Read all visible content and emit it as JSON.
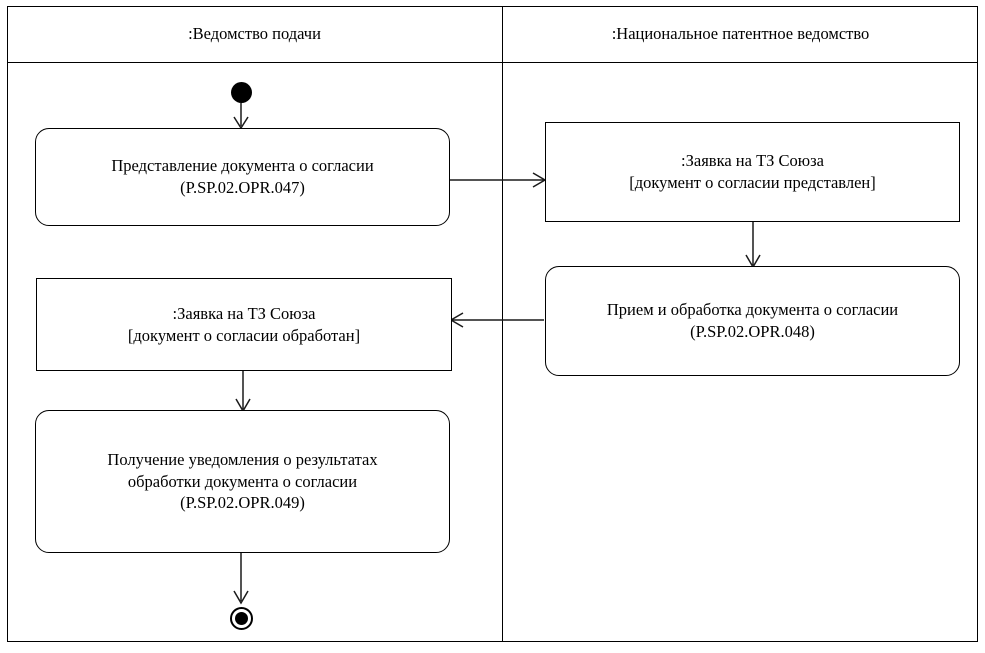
{
  "diagram": {
    "type": "uml-activity-diagram",
    "lanes": [
      {
        "id": "lane-left",
        "title": ":Ведомство подачи"
      },
      {
        "id": "lane-right",
        "title": ":Национальное патентное ведомство"
      }
    ],
    "nodes": {
      "initial": {
        "kind": "initial-node",
        "label": ""
      },
      "action_submit": {
        "kind": "action",
        "lane": "lane-left",
        "line1": "Представление документа о согласии",
        "line2": "(P.SP.02.OPR.047)"
      },
      "object_submitted": {
        "kind": "object",
        "lane": "lane-right",
        "line1": ":Заявка на ТЗ Союза",
        "line2": "[документ о согласии представлен]"
      },
      "action_process": {
        "kind": "action",
        "lane": "lane-right",
        "line1": "Прием и обработка документа о согласии",
        "line2": "(P.SP.02.OPR.048)"
      },
      "object_processed": {
        "kind": "object",
        "lane": "lane-left",
        "line1": ":Заявка на ТЗ Союза",
        "line2": "[документ о согласии обработан]"
      },
      "action_receive": {
        "kind": "action",
        "lane": "lane-left",
        "line1": "Получение уведомления о результатах",
        "line2": "обработки документа о согласии",
        "line3": "(P.SP.02.OPR.049)"
      },
      "final": {
        "kind": "final-node",
        "label": ""
      }
    },
    "edges": [
      {
        "from": "initial",
        "to": "action_submit",
        "direction": "down"
      },
      {
        "from": "action_submit",
        "to": "object_submitted",
        "direction": "right"
      },
      {
        "from": "object_submitted",
        "to": "action_process",
        "direction": "down"
      },
      {
        "from": "action_process",
        "to": "object_processed",
        "direction": "left"
      },
      {
        "from": "object_processed",
        "to": "action_receive",
        "direction": "down"
      },
      {
        "from": "action_receive",
        "to": "final",
        "direction": "down"
      }
    ],
    "colors": {
      "background": "#ffffff",
      "stroke": "#000000",
      "edge": "#1a1a1a",
      "text": "#000000"
    }
  }
}
